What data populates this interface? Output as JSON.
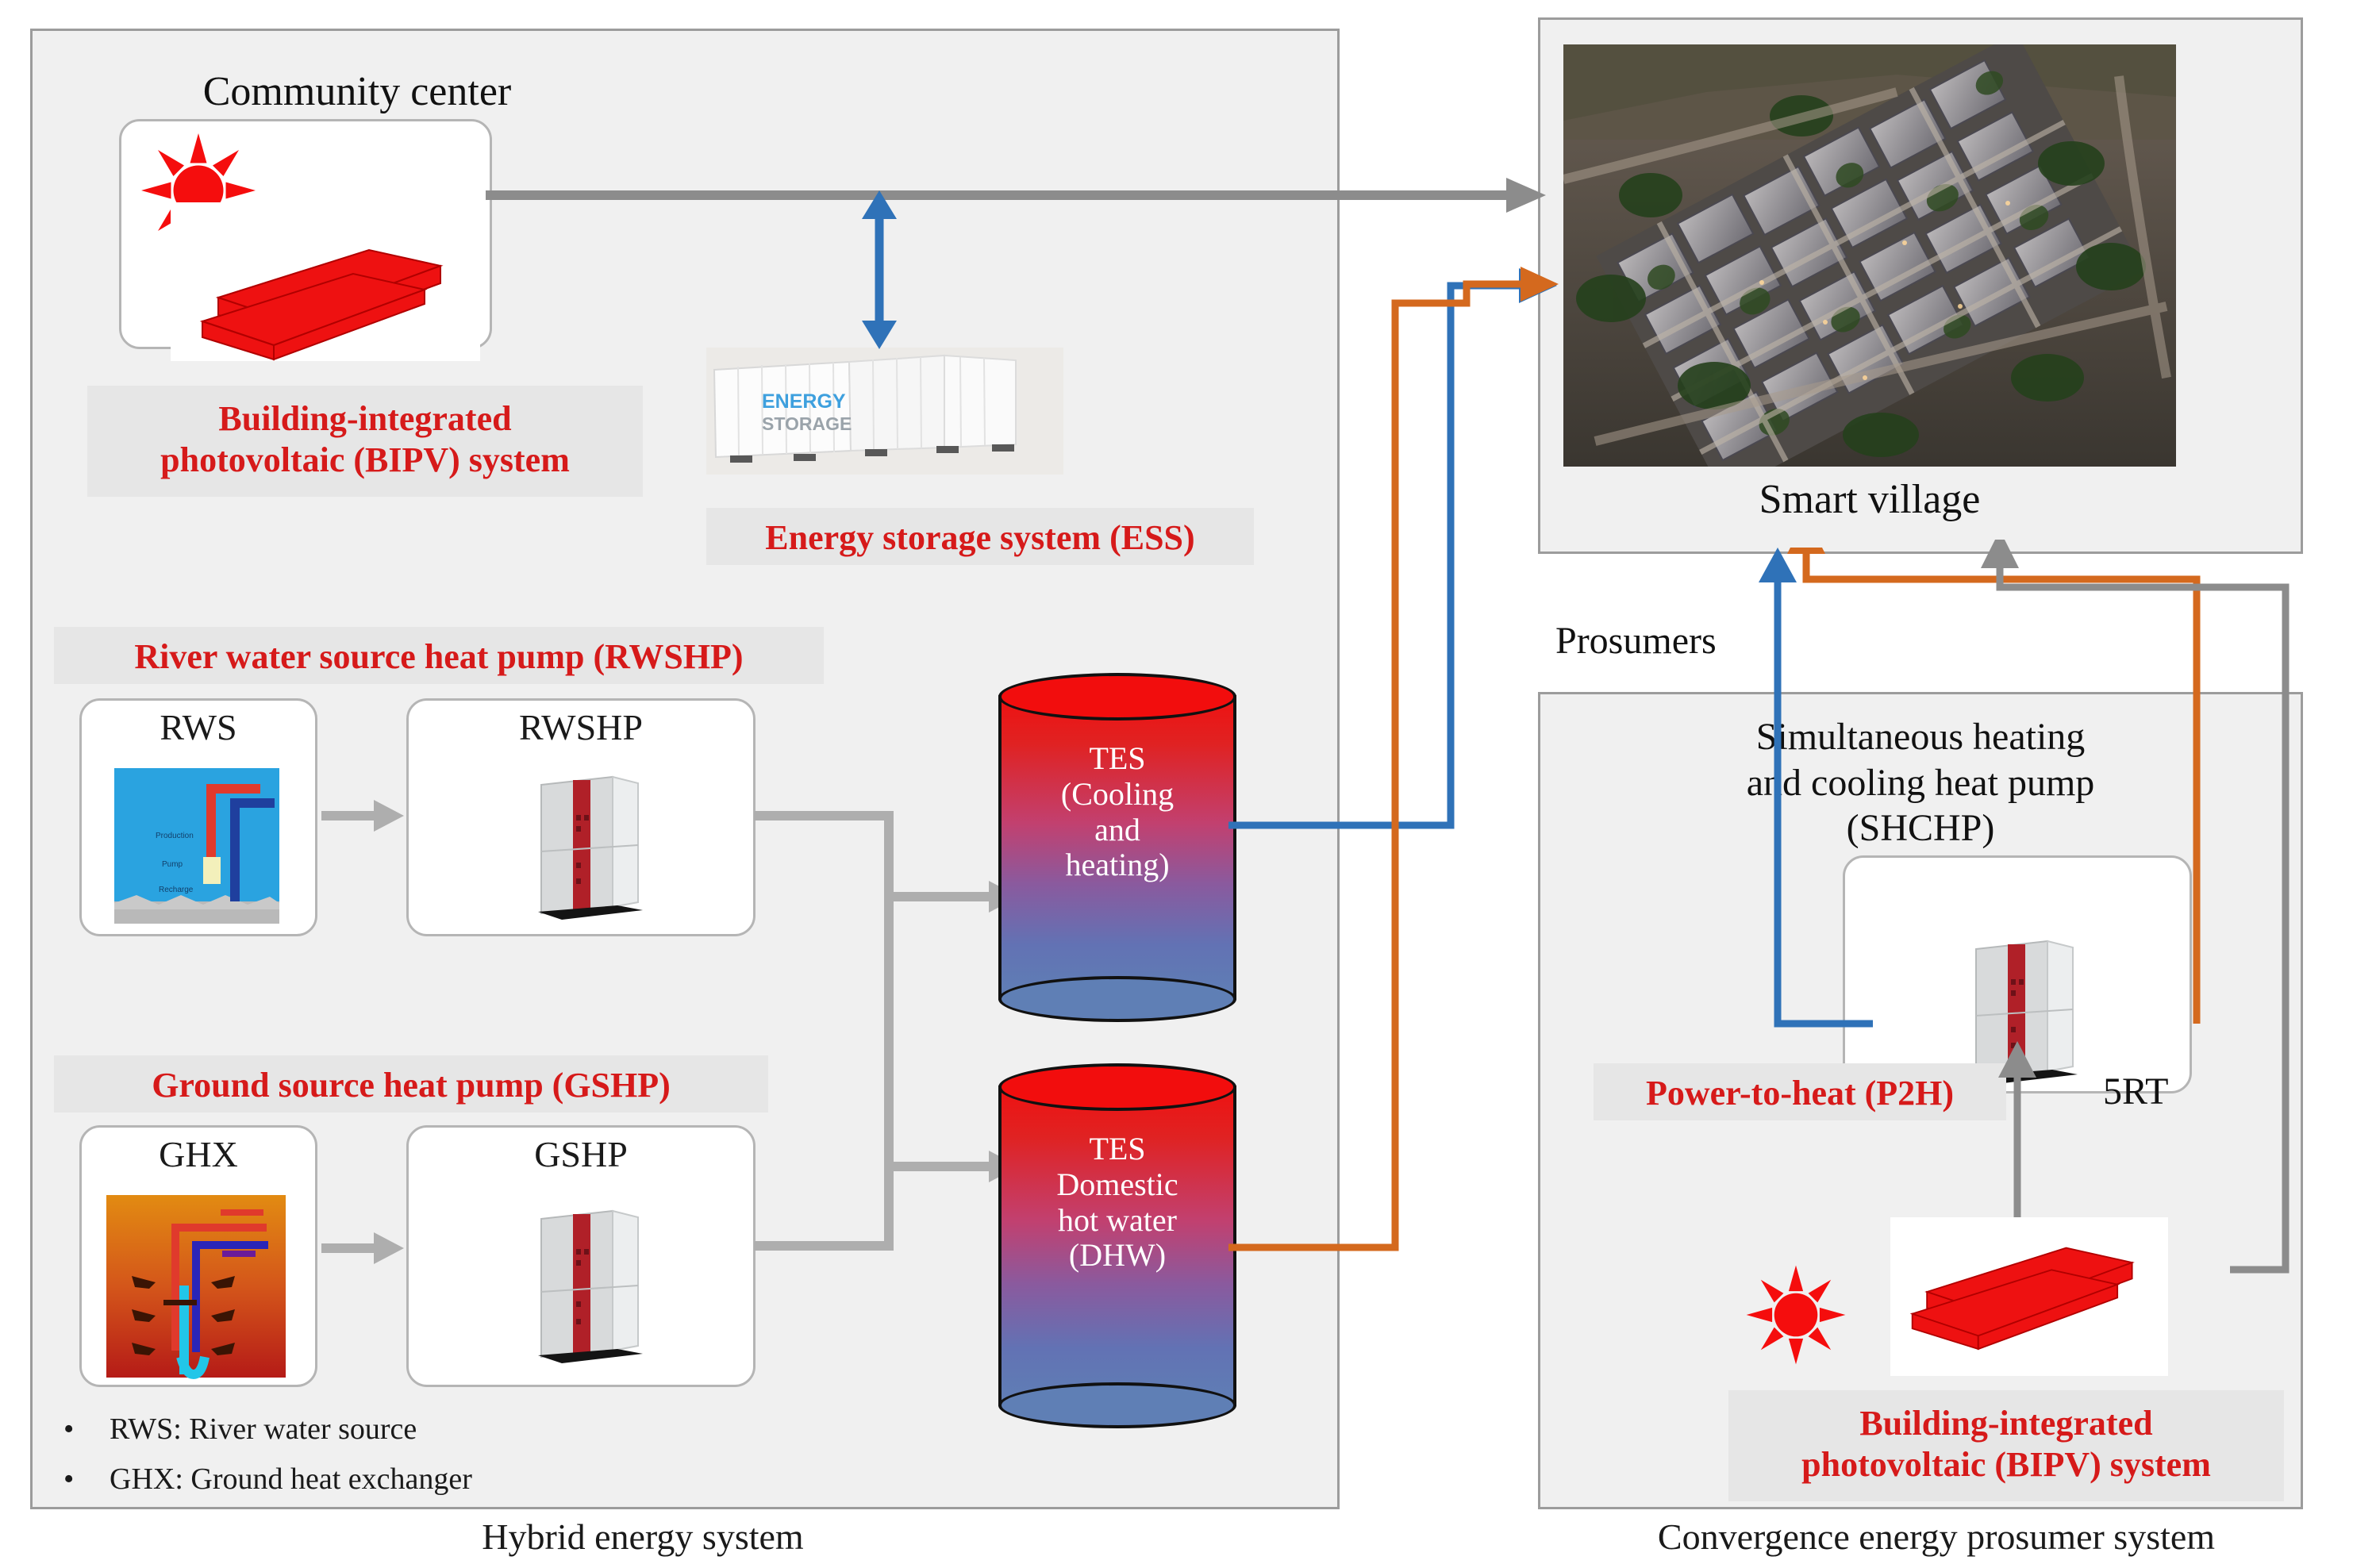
{
  "left_panel": {
    "caption": "Hybrid energy system",
    "community_center_label": "Community center",
    "bipv_banner": "Building-integrated\nphotovoltaic (BIPV) system",
    "bipv_banner_line1": "Building-integrated",
    "bipv_banner_line2": "photovoltaic (BIPV) system",
    "ess_banner": "Energy storage system (ESS)",
    "ess_image_line1": "ENERGY",
    "ess_image_line2": "STORAGE",
    "rwshp_banner": "River water source heat pump (RWSHP)",
    "rws_label": "RWS",
    "rwshp_label": "RWSHP",
    "gshp_banner": "Ground source heat pump (GSHP)",
    "ghx_label": "GHX",
    "gshp_label": "GSHP",
    "tes_cooling": {
      "l1": "TES",
      "l2": "(Cooling",
      "l3": "and",
      "l4": "heating)"
    },
    "tes_dhw": {
      "l1": "TES",
      "l2": "Domestic",
      "l3": "hot water",
      "l4": "(DHW)"
    },
    "legend": [
      "RWS: River water source",
      "GHX: Ground heat exchanger"
    ]
  },
  "right_panel": {
    "caption": "Convergence energy prosumer system",
    "smart_village_label": "Smart village",
    "prosumers_label": "Prosumers",
    "shchp_title_l1": "Simultaneous heating",
    "shchp_title_l2": "and cooling heat pump",
    "shchp_title_l3": "(SHCHP)",
    "p2h_banner": "Power-to-heat (P2H)",
    "capacity_label": "5RT",
    "bipv_banner_line1": "Building-integrated",
    "bipv_banner_line2": "photovoltaic (BIPV) system"
  },
  "colors": {
    "red_text": "#d61a1a",
    "blue_flow": "#2f72b8",
    "orange_flow": "#d4691e",
    "gray_flow": "#8c8c8c",
    "banner_bg": "#e6e6e6",
    "panel_bg": "#f0f0f0",
    "panel_border": "#9c9c9c"
  }
}
